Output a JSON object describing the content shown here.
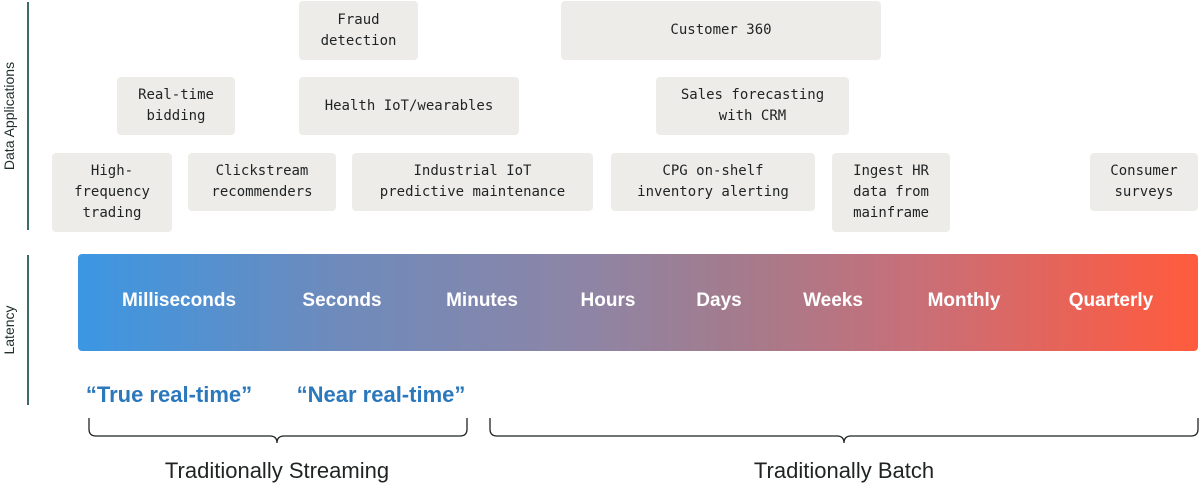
{
  "axes": {
    "apps_label": "Data Applications",
    "latency_label": "Latency"
  },
  "applications": [
    {
      "label": "Fraud\ndetection"
    },
    {
      "label": "Customer 360"
    },
    {
      "label": "Real-time\nbidding"
    },
    {
      "label": "Health IoT/wearables"
    },
    {
      "label": "Sales forecasting\nwith CRM"
    },
    {
      "label": "High-\nfrequency\ntrading"
    },
    {
      "label": "Clickstream\nrecommenders"
    },
    {
      "label": "Industrial IoT\npredictive maintenance"
    },
    {
      "label": "CPG on-shelf\ninventory alerting"
    },
    {
      "label": "Ingest HR\ndata from\nmainframe"
    },
    {
      "label": "Consumer\nsurveys"
    }
  ],
  "latency_scale": [
    "Milliseconds",
    "Seconds",
    "Minutes",
    "Hours",
    "Days",
    "Weeks",
    "Monthly",
    "Quarterly"
  ],
  "realtime_labels": [
    "“True real-time”",
    "“Near real-time”"
  ],
  "categories": [
    "Traditionally Streaming",
    "Traditionally Batch"
  ],
  "colors": {
    "box_bg": "#eeece8",
    "gradient_start": "#3b97e3",
    "gradient_end": "#ff5b3d",
    "realtime_text": "#2b78bd",
    "axis_line": "#3d6b6b"
  }
}
